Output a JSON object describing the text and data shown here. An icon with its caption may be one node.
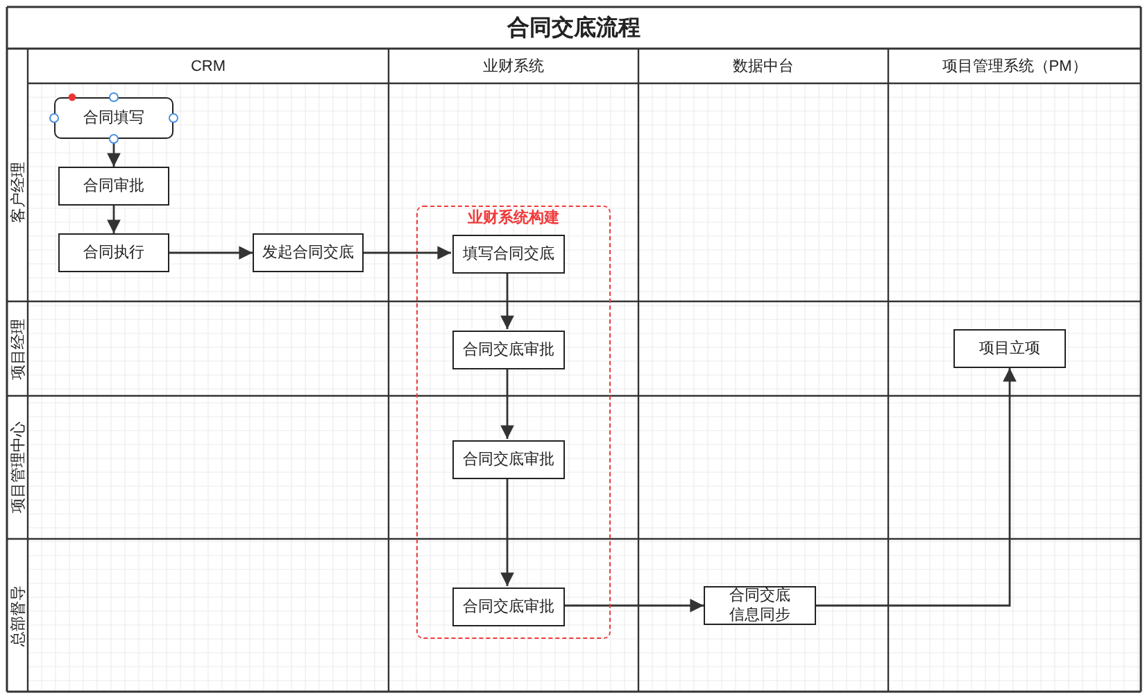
{
  "diagram": {
    "title": "合同交底流程",
    "nodes": [
      {
        "text": [
          "合同填写"
        ]
      },
      {
        "text": [
          "合同审批"
        ]
      },
      {
        "text": [
          "合同执行"
        ]
      },
      {
        "text": [
          "发起合同交底"
        ]
      },
      {
        "text": [
          "业财系统构建"
        ]
      },
      {
        "text": [
          "填写合同交底"
        ],
        "in": 4
      },
      {
        "text": [
          "合同交底审批"
        ],
        "in": 4
      },
      {
        "text": [
          "合同交底审批"
        ],
        "in": 4
      },
      {
        "text": [
          "合同交底审批"
        ],
        "in": 4
      },
      {
        "text": [
          "合同交底信息同步"
        ]
      },
      {
        "text": [
          "项目立项"
        ]
      }
    ],
    "edges": [
      {
        "from": 0,
        "to": 1,
        "arrow": "to"
      },
      {
        "from": 1,
        "to": 2,
        "arrow": "to"
      },
      {
        "from": 2,
        "to": 3,
        "arrow": "to"
      },
      {
        "from": 3,
        "to": 5,
        "arrow": "to"
      },
      {
        "from": 5,
        "to": 6,
        "arrow": "to"
      },
      {
        "from": 6,
        "to": 7,
        "arrow": "to"
      },
      {
        "from": 7,
        "to": 8,
        "arrow": "to"
      },
      {
        "from": 8,
        "to": 9,
        "arrow": "to"
      },
      {
        "from": 9,
        "to": 10,
        "arrow": "to"
      }
    ],
    "labels": [
      "CRM",
      "业财系统",
      "数据中台",
      "项目管理系统（PM）",
      "客户经理",
      "项目经理",
      "项目管理中心",
      "总部督导"
    ]
  }
}
